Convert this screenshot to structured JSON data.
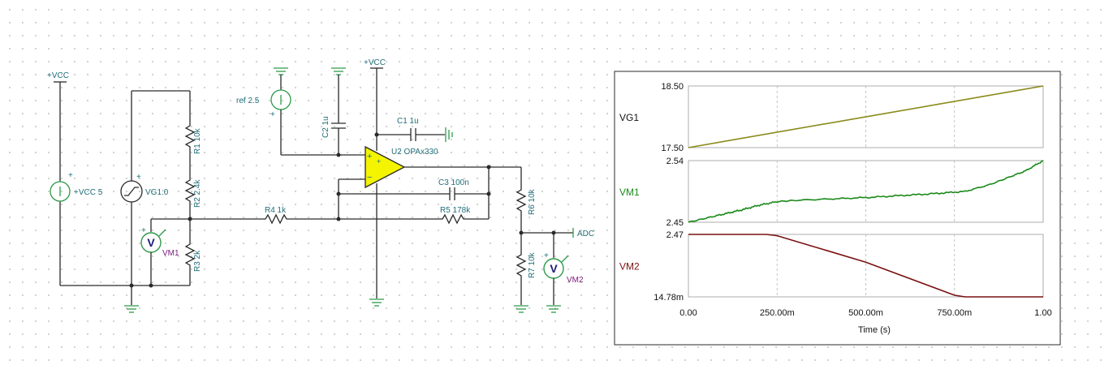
{
  "schematic": {
    "labels": {
      "vcc_top_left": "+VCC",
      "vcc_source": "+VCC 5",
      "vg1": "VG1:0",
      "r1": "R1 10k",
      "r2": "R2 2.4k",
      "r3": "R3 2k",
      "vm1": "VM1",
      "r4": "R4 1k",
      "ref": "ref 2.5",
      "c2": "C2 1u",
      "vcc_top_mid": "+VCC",
      "c1": "C1 1u",
      "u2": "U2 OPAx330",
      "c3": "C3 100n",
      "r5": "R5 178k",
      "r6": "R6 10k",
      "r7": "R7 10k",
      "adc": "ADC",
      "vm2": "VM2",
      "voltmeter_symbol": "V",
      "plus": "+",
      "minus": "−"
    }
  },
  "chart_data": {
    "type": "line",
    "xlabel": "Time (s)",
    "xlim": [
      0,
      1
    ],
    "x_ticks": [
      "0.00",
      "250.00m",
      "500.00m",
      "750.00m",
      "1.00"
    ],
    "traces": [
      {
        "name": "VG1",
        "color": "#8a8a1a",
        "y_top_label": "18.50",
        "y_bottom_label": "17.50",
        "ylim": [
          17.5,
          18.5
        ],
        "x": [
          0,
          1
        ],
        "y": [
          17.5,
          18.5
        ]
      },
      {
        "name": "VM1",
        "color": "#1a8a1a",
        "y_top_label": "2.54",
        "y_bottom_label": "2.45",
        "ylim": [
          2.45,
          2.54
        ],
        "x": [
          0,
          0.05,
          0.1,
          0.15,
          0.2,
          0.25,
          0.3,
          0.4,
          0.5,
          0.6,
          0.7,
          0.78,
          0.85,
          0.9,
          0.95,
          1.0
        ],
        "y": [
          2.45,
          2.456,
          2.462,
          2.468,
          2.475,
          2.48,
          2.482,
          2.484,
          2.486,
          2.489,
          2.492,
          2.495,
          2.505,
          2.515,
          2.525,
          2.54
        ]
      },
      {
        "name": "VM2",
        "color": "#7a1010",
        "y_top_label": "2.47",
        "y_bottom_label": "14.78m",
        "ylim": [
          0.01478,
          2.47
        ],
        "x": [
          0,
          0.22,
          0.25,
          0.5,
          0.75,
          0.78,
          1.0
        ],
        "y": [
          2.47,
          2.47,
          2.42,
          1.38,
          0.08,
          0.01478,
          0.01478
        ]
      }
    ]
  }
}
